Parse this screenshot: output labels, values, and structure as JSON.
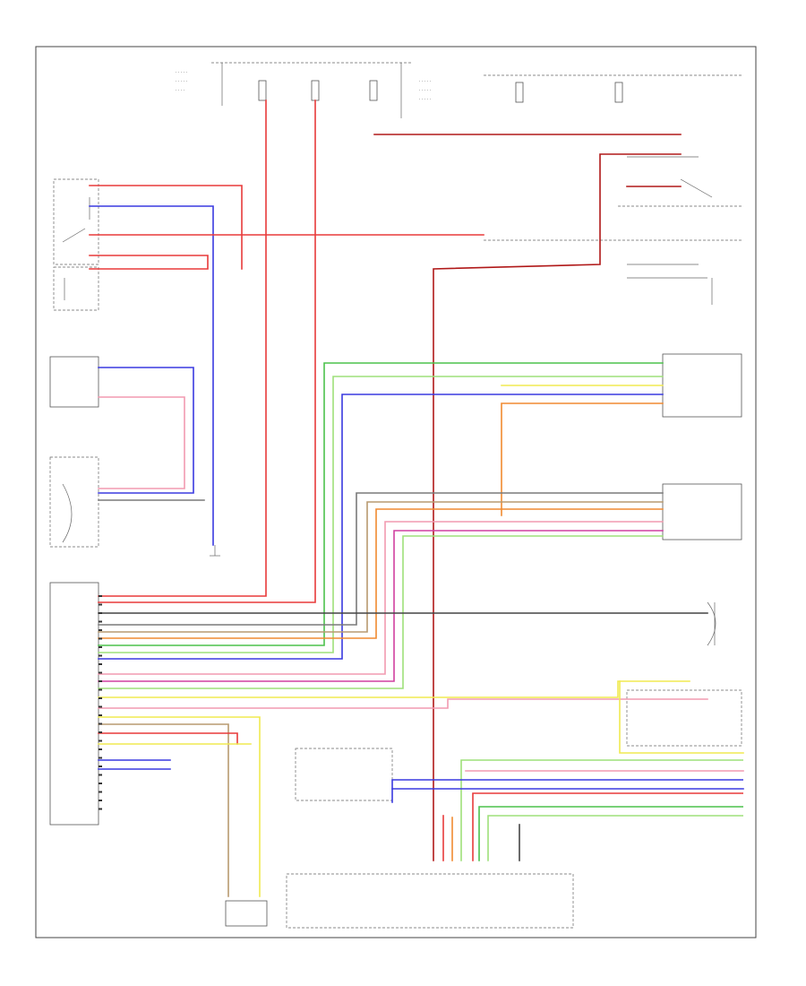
{
  "diagram": {
    "page_ref": "",
    "colors": {
      "red": "#e83a3a",
      "dark_red": "#b01818",
      "pink": "#f29ab0",
      "green": "#4cc24c",
      "light_green": "#9ee07a",
      "blue": "#3a3ae0",
      "orange": "#f08a30",
      "yellow": "#f0ea50",
      "gray": "#7a7a7a",
      "dark_gray": "#444444",
      "tan": "#b89a70",
      "magenta": "#d040a0"
    },
    "components": [
      {
        "id": "fuse-block-top",
        "label": ""
      },
      {
        "id": "fuse-block-right",
        "label": ""
      },
      {
        "id": "blower-relay",
        "label": ""
      },
      {
        "id": "blower-motor",
        "label": ""
      },
      {
        "id": "mode-control-motor",
        "label": ""
      },
      {
        "id": "blower-switch",
        "label": ""
      },
      {
        "id": "ac-control-unit",
        "label": ""
      },
      {
        "id": "recirc-motor",
        "label": ""
      },
      {
        "id": "air-mix-motor",
        "label": ""
      },
      {
        "id": "sensor-top",
        "label": ""
      },
      {
        "id": "thermo-sensor",
        "label": ""
      },
      {
        "id": "pressure-switch",
        "label": ""
      },
      {
        "id": "compressor",
        "label": ""
      },
      {
        "id": "ecm",
        "label": ""
      },
      {
        "id": "ground",
        "label": ""
      }
    ]
  }
}
